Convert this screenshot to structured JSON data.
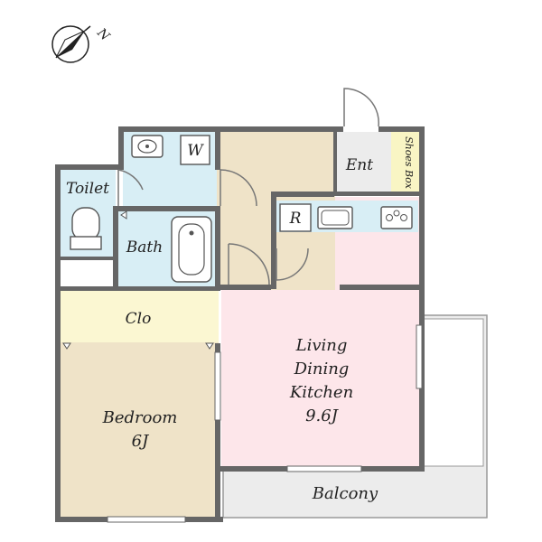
{
  "compass": {
    "label": "N",
    "icon": "north-compass-icon"
  },
  "rooms": {
    "entrance": "Ent",
    "shoes_box": "Shoes Box",
    "washer": "W",
    "toilet": "Toilet",
    "bath": "Bath",
    "fridge": "R",
    "closet": "Clo",
    "bedroom": {
      "name": "Bedroom",
      "size": "6J"
    },
    "ldk": {
      "line1": "Living",
      "line2": "Dining",
      "line3": "Kitchen",
      "size": "9.6J"
    },
    "balcony": "Balcony"
  },
  "colors": {
    "wet_area": "#d8eef5",
    "living": "#fde6ea",
    "wood_floor": "#efe3c8",
    "closet": "#fbf7d2",
    "entrance": "#ececec",
    "balcony": "#ececec",
    "shoes_box": "#f9f5c4",
    "wall": "#666666"
  }
}
